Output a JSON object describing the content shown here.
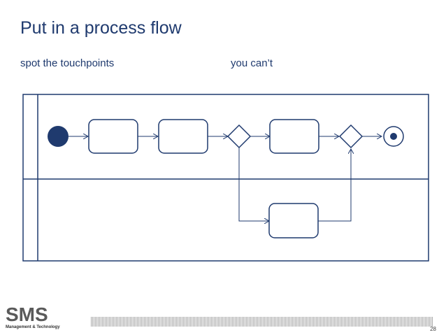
{
  "slide": {
    "title": "Put in a process flow",
    "subtitle_left": "spot the touchpoints",
    "subtitle_right": "you can’t",
    "page_number": "28"
  },
  "logo": {
    "word": "SMS",
    "tagline": "Management & Technology"
  },
  "colors": {
    "accent": "#1f3a6e",
    "line": "#1f3a6e",
    "footer": "#9a9a9a"
  },
  "diagram": {
    "type": "process-flow",
    "lanes": 2,
    "nodes": [
      "start-event",
      "task",
      "task",
      "gateway",
      "task",
      "gateway",
      "end-event",
      "task"
    ]
  }
}
